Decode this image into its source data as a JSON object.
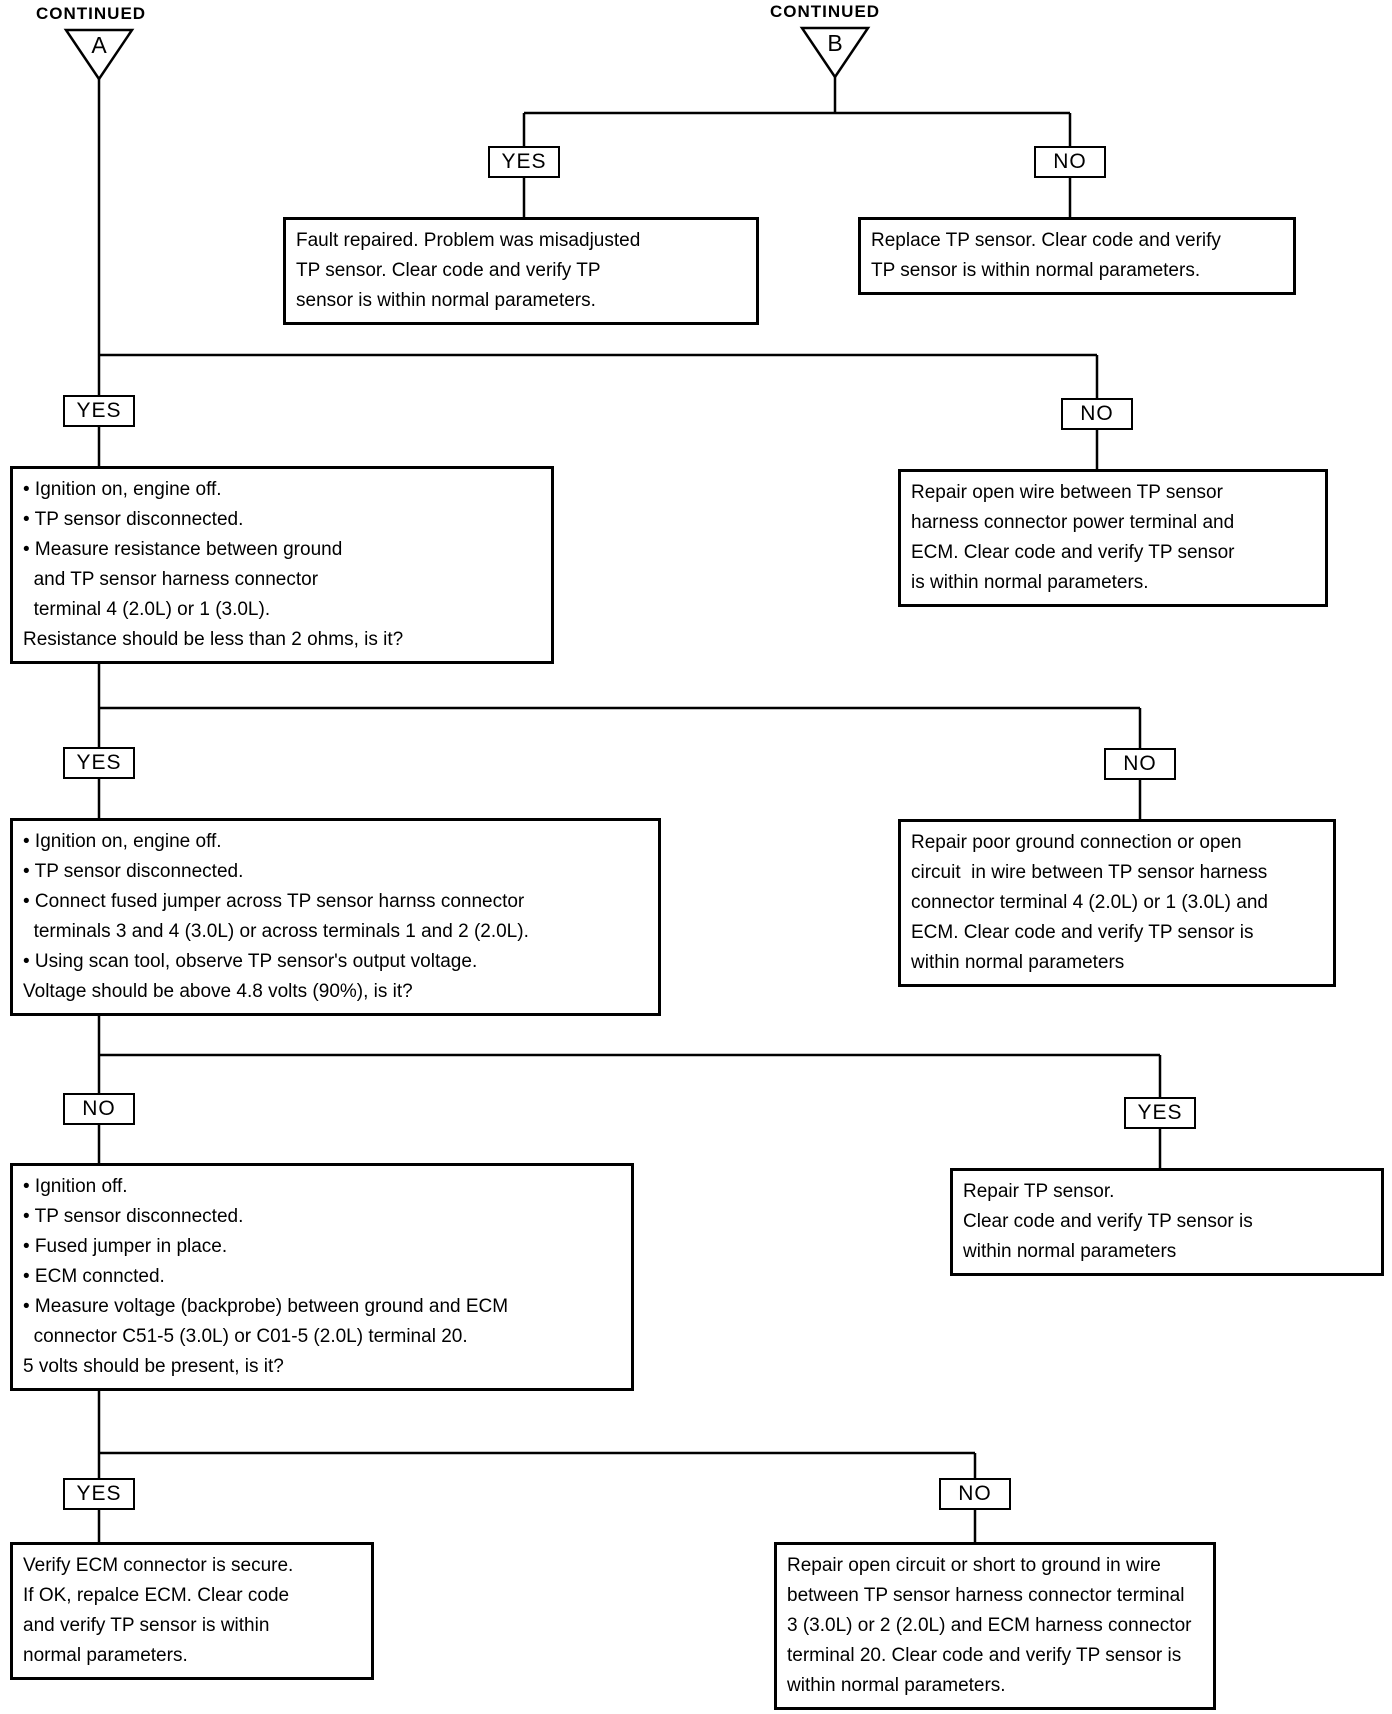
{
  "colors": {
    "line": "#000000",
    "background": "#ffffff",
    "text": "#000000"
  },
  "header": {
    "continued_a": {
      "caption": "CONTINUED",
      "connector_letter": "A"
    },
    "continued_b": {
      "caption": "CONTINUED",
      "connector_letter": "B"
    }
  },
  "decision_rows": [
    {
      "id": "b-branch-result",
      "left": {
        "label": "YES",
        "text": "Fault repaired. Problem was misadjusted\nTP sensor. Clear code and verify TP\nsensor is within normal parameters."
      },
      "right": {
        "label": "NO",
        "text": "Replace TP sensor. Clear code and verify\nTP sensor is within normal parameters."
      }
    },
    {
      "id": "resistance-check",
      "left": {
        "label": "YES",
        "text": "• Ignition on, engine off.\n• TP sensor disconnected.\n• Measure resistance between ground\n  and TP sensor harness connector\n  terminal 4 (2.0L) or 1 (3.0L).\nResistance should be less than 2 ohms, is it?"
      },
      "right": {
        "label": "NO",
        "text": "Repair open wire between TP sensor\nharness connector power terminal and\nECM. Clear code and verify TP sensor\nis within normal parameters."
      }
    },
    {
      "id": "jumper-voltage-check",
      "left": {
        "label": "YES",
        "text": "• Ignition on, engine off.\n• TP sensor disconnected.\n• Connect fused jumper across TP sensor harnss connector\n  terminals 3 and 4 (3.0L) or across terminals 1 and 2 (2.0L).\n• Using scan tool, observe TP sensor's output voltage.\nVoltage should be above 4.8 volts (90%), is it?"
      },
      "right": {
        "label": "NO",
        "text": "Repair poor ground connection or open\ncircuit  in wire between TP sensor harness\nconnector terminal 4 (2.0L) or 1 (3.0L) and\nECM. Clear code and verify TP sensor is\nwithin normal parameters"
      }
    },
    {
      "id": "ecm-voltage-check",
      "left": {
        "label": "NO",
        "text": "• Ignition off.\n• TP sensor disconnected.\n• Fused jumper in place.\n• ECM conncted.\n• Measure voltage (backprobe) between ground and ECM\n  connector C51-5 (3.0L) or C01-5 (2.0L) terminal 20.\n5 volts should be present, is it?"
      },
      "right": {
        "label": "YES",
        "text": "Repair TP sensor.\nClear code and verify TP sensor is\nwithin normal parameters"
      }
    },
    {
      "id": "final-result",
      "left": {
        "label": "YES",
        "text": "Verify ECM connector is secure.\nIf OK, repalce ECM. Clear code\nand verify TP sensor is within\nnormal parameters."
      },
      "right": {
        "label": "NO",
        "text": "Repair open circuit or short to ground in wire\nbetween TP sensor harness connector terminal\n3 (3.0L) or 2 (2.0L) and ECM harness connector\nterminal 20. Clear code and verify TP sensor is\nwithin normal parameters."
      }
    }
  ]
}
